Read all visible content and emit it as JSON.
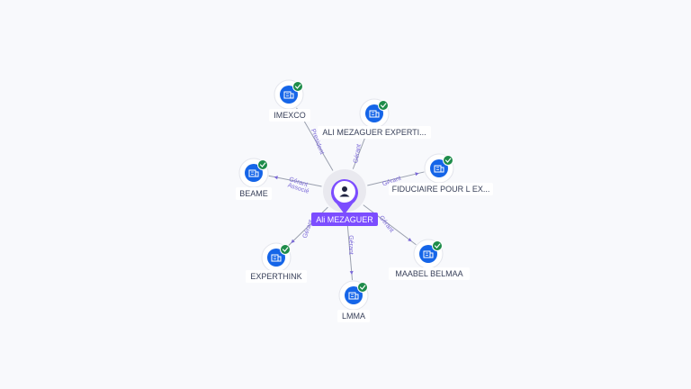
{
  "colors": {
    "company_fill": "#1565e8",
    "check": "#1e8c4a",
    "person_accent": "#7c4dff",
    "label_bg": "#ffffff",
    "edge": "#9aa0ae",
    "edge_label": "#7a68d8"
  },
  "center": {
    "name": "Ali MEZAGUER",
    "icon": "person-icon"
  },
  "nodes": [
    {
      "id": "imexco",
      "name": "IMEXCO",
      "icon": "company-icon",
      "verified": true
    },
    {
      "id": "ali-mezaguer-experti",
      "name": "ALI MEZAGUER EXPERTI...",
      "icon": "company-icon",
      "verified": true
    },
    {
      "id": "fiduciaire",
      "name": "FIDUCIAIRE POUR L EX...",
      "icon": "company-icon",
      "verified": true
    },
    {
      "id": "beame",
      "name": "BEAME",
      "icon": "company-icon",
      "verified": true
    },
    {
      "id": "maabel-belmaa",
      "name": "MAABEL BELMAA",
      "icon": "company-icon",
      "verified": true
    },
    {
      "id": "experthink",
      "name": "EXPERTHINK",
      "icon": "company-icon",
      "verified": true
    },
    {
      "id": "lmma",
      "name": "LMMA",
      "icon": "company-icon",
      "verified": true
    }
  ],
  "edges": [
    {
      "to": "imexco",
      "labels": [
        "Président"
      ]
    },
    {
      "to": "ali-mezaguer-experti",
      "labels": [
        "Gérant"
      ]
    },
    {
      "to": "fiduciaire",
      "labels": [
        "Gérant"
      ]
    },
    {
      "to": "beame",
      "labels": [
        "Gérant",
        "Associé"
      ]
    },
    {
      "to": "maabel-belmaa",
      "labels": [
        "Gérant"
      ]
    },
    {
      "to": "experthink",
      "labels": [
        "Gérant"
      ]
    },
    {
      "to": "lmma",
      "labels": [
        "Gérant"
      ]
    }
  ]
}
